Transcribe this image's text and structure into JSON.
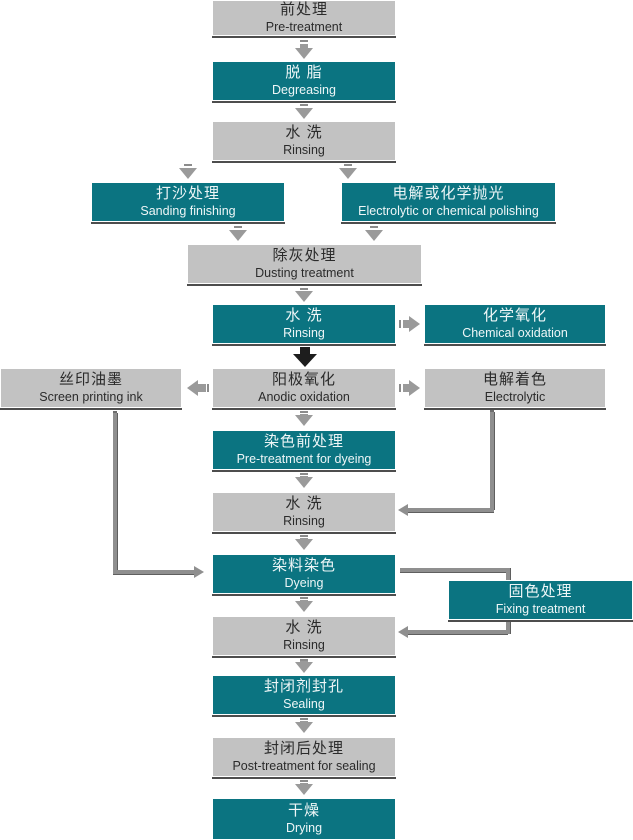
{
  "diagram": {
    "title": "Aluminium anodizing surface treatment process flow",
    "colors": {
      "teal": "#0b7481",
      "gray": "#c2c2c2",
      "arrow_gray": "#9a9a9a",
      "arrow_dark": "#1d1d1d",
      "line_gray": "#8f8f8f",
      "text_dark": "#2b2b2b",
      "text_light": "#eef6f7",
      "background": "#ffffff"
    },
    "nodes": [
      {
        "id": "pre_treatment",
        "cn": "前处理",
        "en": "Pre-treatment",
        "style": "gray"
      },
      {
        "id": "degreasing",
        "cn": "脱 脂",
        "en": "Degreasing",
        "style": "teal"
      },
      {
        "id": "rinsing_1",
        "cn": "水 洗",
        "en": "Rinsing",
        "style": "gray"
      },
      {
        "id": "sanding_finishing",
        "cn": "打沙处理",
        "en": "Sanding finishing",
        "style": "teal"
      },
      {
        "id": "polishing",
        "cn": "电解或化学抛光",
        "en": "Electrolytic or chemical polishing",
        "style": "teal"
      },
      {
        "id": "dusting_treatment",
        "cn": "除灰处理",
        "en": "Dusting treatment",
        "style": "gray"
      },
      {
        "id": "rinsing_2",
        "cn": "水 洗",
        "en": "Rinsing",
        "style": "teal"
      },
      {
        "id": "chemical_oxidation",
        "cn": "化学氧化",
        "en": "Chemical oxidation",
        "style": "teal"
      },
      {
        "id": "screen_printing_ink",
        "cn": "丝印油墨",
        "en": "Screen printing ink",
        "style": "gray"
      },
      {
        "id": "anodic_oxidation",
        "cn": "阳极氧化",
        "en": "Anodic oxidation",
        "style": "gray"
      },
      {
        "id": "electrolytic",
        "cn": "电解着色",
        "en": "Electrolytic",
        "style": "gray"
      },
      {
        "id": "pre_treatment_dyeing",
        "cn": "染色前处理",
        "en": "Pre-treatment for dyeing",
        "style": "teal"
      },
      {
        "id": "rinsing_3",
        "cn": "水 洗",
        "en": "Rinsing",
        "style": "gray"
      },
      {
        "id": "dyeing",
        "cn": "染料染色",
        "en": "Dyeing",
        "style": "teal"
      },
      {
        "id": "fixing_treatment",
        "cn": "固色处理",
        "en": "Fixing treatment",
        "style": "teal"
      },
      {
        "id": "rinsing_4",
        "cn": "水 洗",
        "en": "Rinsing",
        "style": "gray"
      },
      {
        "id": "sealing",
        "cn": "封闭剂封孔",
        "en": "Sealing",
        "style": "teal"
      },
      {
        "id": "post_treatment",
        "cn": "封闭后处理",
        "en": "Post-treatment for sealing",
        "style": "gray"
      },
      {
        "id": "drying",
        "cn": "干燥",
        "en": "Drying",
        "style": "teal"
      }
    ],
    "arrows": [
      {
        "from": "pre_treatment",
        "to": "degreasing",
        "kind": "down"
      },
      {
        "from": "degreasing",
        "to": "rinsing_1",
        "kind": "down"
      },
      {
        "from": "rinsing_1",
        "to": "sanding_finishing",
        "kind": "down"
      },
      {
        "from": "rinsing_1",
        "to": "polishing",
        "kind": "down"
      },
      {
        "from": "sanding_finishing",
        "to": "dusting_treatment",
        "kind": "down"
      },
      {
        "from": "polishing",
        "to": "dusting_treatment",
        "kind": "down"
      },
      {
        "from": "dusting_treatment",
        "to": "rinsing_2",
        "kind": "down"
      },
      {
        "from": "rinsing_2",
        "to": "chemical_oxidation",
        "kind": "right"
      },
      {
        "from": "rinsing_2",
        "to": "anodic_oxidation",
        "kind": "down-dark"
      },
      {
        "from": "anodic_oxidation",
        "to": "screen_printing_ink",
        "kind": "left"
      },
      {
        "from": "anodic_oxidation",
        "to": "electrolytic",
        "kind": "right"
      },
      {
        "from": "anodic_oxidation",
        "to": "pre_treatment_dyeing",
        "kind": "down"
      },
      {
        "from": "pre_treatment_dyeing",
        "to": "rinsing_3",
        "kind": "down"
      },
      {
        "from": "electrolytic",
        "to": "rinsing_3",
        "kind": "elbow-down-left"
      },
      {
        "from": "rinsing_3",
        "to": "dyeing",
        "kind": "down"
      },
      {
        "from": "screen_printing_ink",
        "to": "dyeing",
        "kind": "elbow-down-right"
      },
      {
        "from": "dyeing",
        "to": "fixing_treatment",
        "kind": "elbow-right-down"
      },
      {
        "from": "dyeing",
        "to": "rinsing_4",
        "kind": "down"
      },
      {
        "from": "fixing_treatment",
        "to": "rinsing_4",
        "kind": "elbow-down-left"
      },
      {
        "from": "rinsing_4",
        "to": "sealing",
        "kind": "down"
      },
      {
        "from": "sealing",
        "to": "post_treatment",
        "kind": "down"
      },
      {
        "from": "post_treatment",
        "to": "drying",
        "kind": "down"
      }
    ]
  }
}
